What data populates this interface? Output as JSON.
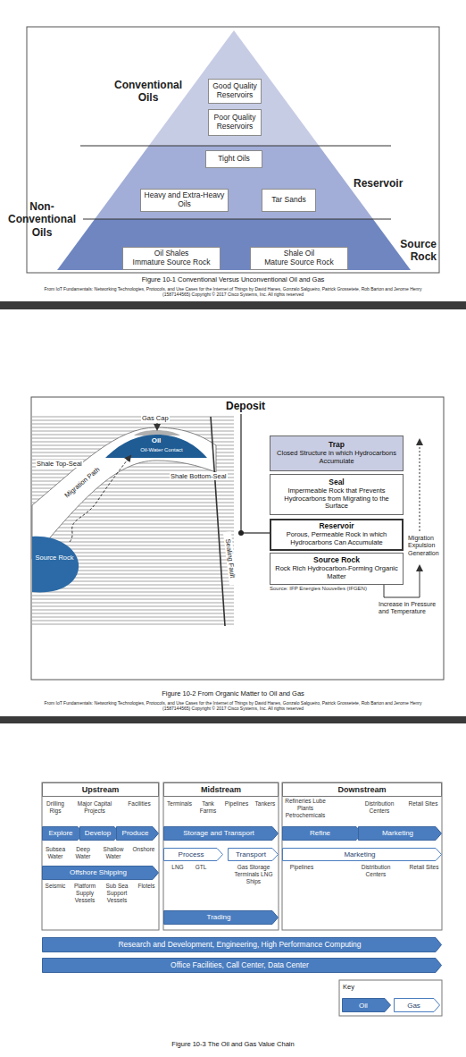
{
  "diagram": {
    "nodes": [
      {
        "text": [
          "Good Quality Reservoirs"
        ]
      },
      {
        "text": [
          "Poor Quality Reservoirs"
        ]
      },
      {
        "text": [
          "Tight Oils"
        ]
      },
      {
        "text": [
          "Heavy and Extra-Heavy Oils"
        ]
      },
      {
        "text": [
          "Tar Sands"
        ]
      },
      {
        "text": [
          "Oil Shales",
          "Immature Source Rock"
        ]
      },
      {
        "text": [
          "Shale Oil",
          "Mature Source Rock"
        ]
      },
      {
        "text": [
          "Trap",
          "Closed Structure in which Hydrocarbons Accumulate"
        ]
      },
      {
        "text": [
          "Seal",
          "Impermeable Rock that Prevents Hydrocarbons from Migrating to the Surface"
        ]
      },
      {
        "text": [
          "Reservoir",
          "Porous, Permeable Rock in which Hydrocarbons Can Accumulate"
        ]
      },
      {
        "text": [
          "Source Rock",
          "Rock Rich Hydrocarbon-Forming Organic Matter"
        ]
      },
      {
        "text": [
          "Upstream"
        ]
      },
      {
        "text": [
          "Midstream"
        ]
      },
      {
        "text": [
          "Downstream"
        ]
      },
      {
        "text": [
          "Explore"
        ]
      },
      {
        "text": [
          "Develop"
        ]
      },
      {
        "text": [
          "Produce"
        ]
      },
      {
        "text": [
          "Storage and Transport"
        ]
      },
      {
        "text": [
          "Refine"
        ]
      },
      {
        "text": [
          "Marketing"
        ]
      },
      {
        "text": [
          "Offshore Shipping"
        ]
      },
      {
        "text": [
          "Process"
        ]
      },
      {
        "text": [
          "Transport"
        ]
      },
      {
        "text": [
          "Marketing"
        ]
      },
      {
        "text": [
          "Trading"
        ]
      },
      {
        "text": [
          "Research and Development, Engineering, High Performance Computing"
        ]
      },
      {
        "text": [
          "Office Facilities, Call Center, Data Center"
        ]
      }
    ],
    "labels": [
      "Conventional Oils",
      "Reservoir",
      "Non-Conventional Oils",
      "Source Rock",
      "Figure 10-1 Conventional Versus Unconventional Oil and Gas",
      "From IoT Fundamentals: Networking Technologies, Protocols, and Use Cases for the Internet of Things by David Hanes, Gonzalo Salgueiro, Patrick Grossetete, Rob Barton and Jerome Henry (1587144565) Copyright © 2017 Cisco Systems, Inc. All rights reserved",
      "Deposit",
      "Gas Cap",
      "Oil",
      "Oil-Water Contact",
      "Shale Top-Seal",
      "Shale Bottom-Seal",
      "Migration Path",
      "Source Rock",
      "Sealing Fault",
      "Source: IFP Energies Nouvelles (IFGEN)",
      "Migration Expulsion Generation",
      "Increase in Pressure and Temperature",
      "Figure 10-2 From Organic Matter to Oil and Gas",
      "From IoT Fundamentals: Networking Technologies, Protocols, and Use Cases for the Internet of Things by David Hanes, Gonzalo Salgueiro, Patrick Grossetete, Rob Barton and Jerome Henry (1587144565) Copyright © 2017 Cisco Systems, Inc. All rights reserved",
      "Drilling Rigs",
      "Major Capital Projects",
      "Facilities",
      "Terminals",
      "Tank Farms",
      "Pipelines",
      "Tankers",
      "Refineries Lube Plants Petrochemicals",
      "Distribution Centers",
      "Retail Sites",
      "Subsea Water",
      "Deep Water",
      "Shallow Water",
      "Onshore",
      "LNG",
      "GTL",
      "Gas Storage Terminals LNG Ships",
      "Pipelines",
      "Distribution Centers",
      "Retail Sites",
      "Seismic",
      "Platform Supply Vessels",
      "Sub Sea Support Vessels",
      "Flotels",
      "Key",
      "Figure 10-3 The Oil and Gas Value Chain"
    ],
    "legend": [
      {
        "text": "Oil",
        "color": "#4a7dbf"
      },
      {
        "text": "Gas",
        "color": "#ffffff"
      }
    ]
  }
}
